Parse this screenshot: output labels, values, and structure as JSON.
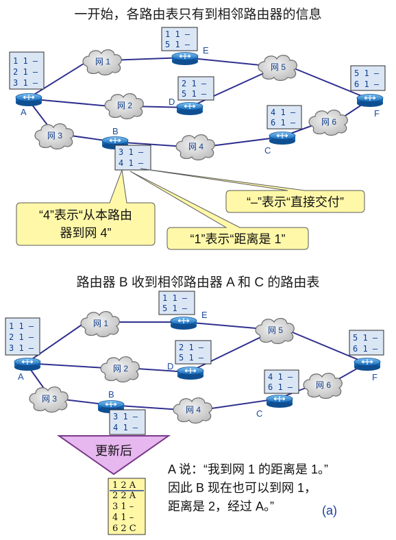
{
  "titles": {
    "top": "一开始，各路由表只有到相邻路由器的信息",
    "bottom": "路由器 B 收到相邻路由器 A 和 C 的路由表"
  },
  "routers": {
    "A": {
      "label": "A",
      "table": [
        "1 1 –",
        "2 1 –",
        "3 1 –"
      ]
    },
    "B": {
      "label": "B",
      "table": [
        "3 1 –",
        "4 1 –"
      ]
    },
    "C": {
      "label": "C",
      "table": [
        "4 1 –",
        "6 1 –"
      ]
    },
    "D": {
      "label": "D",
      "table": [
        "2 1 –",
        "5 1 –"
      ]
    },
    "E": {
      "label": "E",
      "table": [
        "1 1 –",
        "5 1 –"
      ]
    },
    "F": {
      "label": "F",
      "table": [
        "5 1 –",
        "6 1 –"
      ]
    }
  },
  "networks": [
    "网 1",
    "网 2",
    "网 3",
    "网 4",
    "网 5",
    "网 6"
  ],
  "callouts": {
    "net4_line1": "“4”表示“从本路由",
    "net4_line2": "器到网 4”",
    "dist_text": "“1”表示“距离是 1”",
    "direct_text": "“–”表示“直接交付”"
  },
  "update": {
    "label": "更新后",
    "table": [
      "1 2 A",
      "2 2 A",
      "3 1 –",
      "4 1 –",
      "6 2 C"
    ]
  },
  "note": {
    "line1": "A 说：“我到网 1 的距离是 1。”",
    "line2": "因此 B 现在也可以到网 1，",
    "line3": "距离是 2，经过 A。”"
  },
  "figure_label": "(a)",
  "colors": {
    "table_fill": "#dbe6f5",
    "router": "#1e7fd0",
    "cloud": "#d9d9d9",
    "callout": "#fff8a8",
    "update_triangle": "#e7b7ef",
    "final_table": "#fff7a6"
  }
}
